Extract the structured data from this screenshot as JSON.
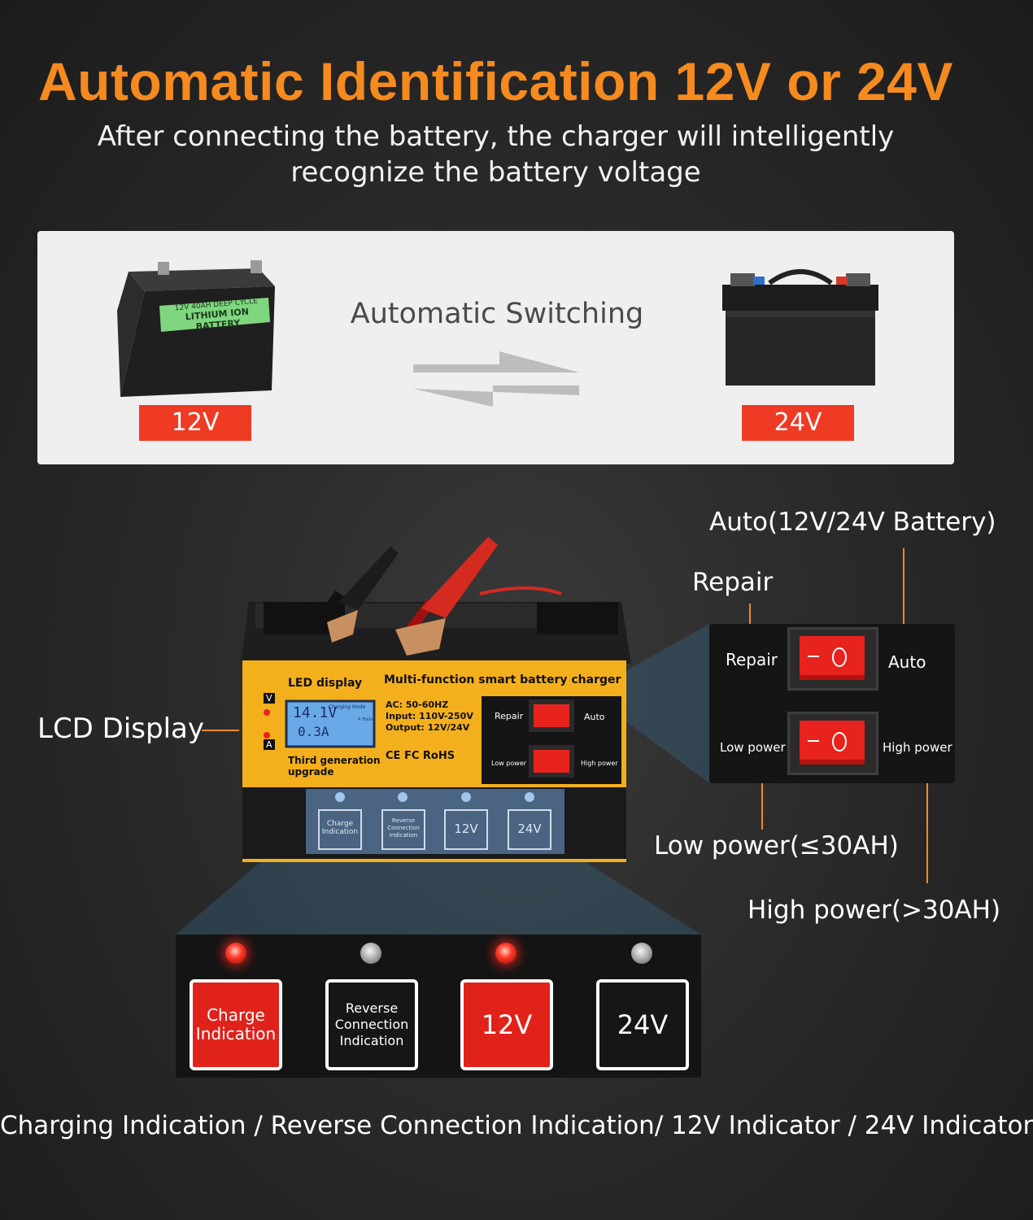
{
  "header": {
    "title": "Automatic Identification 12V or 24V",
    "subtitle_line1": "After connecting the battery, the charger will intelligently",
    "subtitle_line2": "recognize the battery voltage"
  },
  "switch_panel": {
    "center_text": "Automatic Switching",
    "left_tag": "12V",
    "right_tag": "24V",
    "battery_label_line1": "12V 40AH DEEP CYCLE",
    "battery_label_line2": "LITHIUM ION BATTERY"
  },
  "callouts": {
    "auto": "Auto(12V/24V Battery)",
    "repair": "Repair",
    "lcd": "LCD Display",
    "low_power": "Low power(≤30AH)",
    "high_power": "High power(>30AH)"
  },
  "switch_zoom": {
    "repair": "Repair",
    "auto": "Auto",
    "low_power": "Low power",
    "high_power": "High power"
  },
  "charger": {
    "led_display": "LED display",
    "headline": "Multi-function smart battery charger",
    "spec_ac": "AC: 50-60HZ",
    "spec_input": "Input: 110V-250V",
    "spec_output": "Output: 12V/24V",
    "certs": "CE FC RoHS",
    "third_gen": "Third generation",
    "upgrade": "upgrade",
    "v_marker": "V",
    "a_marker": "A",
    "lcd_volts": "14.1V",
    "lcd_amps": "0.3A",
    "lcd_mode": "Charging Mode",
    "lcd_trickle": "A Trickle",
    "sw_repair": "Repair",
    "sw_auto": "Auto",
    "sw_low": "Low power",
    "sw_high": "High power",
    "btn_charge": "Charge Indication",
    "btn_reverse": "Reverse Connection Indication",
    "btn_12v": "12V",
    "btn_24v": "24V"
  },
  "indicators": {
    "charge_line1": "Charge",
    "charge_line2": "Indication",
    "reverse_line1": "Reverse",
    "reverse_line2": "Connection",
    "reverse_line3": "Indication",
    "v12": "12V",
    "v24": "24V"
  },
  "footer": {
    "text": "Charging Indication / Reverse Connection Indication/ 12V Indicator / 24V Indicator"
  },
  "colors": {
    "accent_orange": "#f58a1f",
    "tag_red": "#ef3b24",
    "charger_yellow": "#f4b01c",
    "indicator_red": "#e0221b"
  }
}
